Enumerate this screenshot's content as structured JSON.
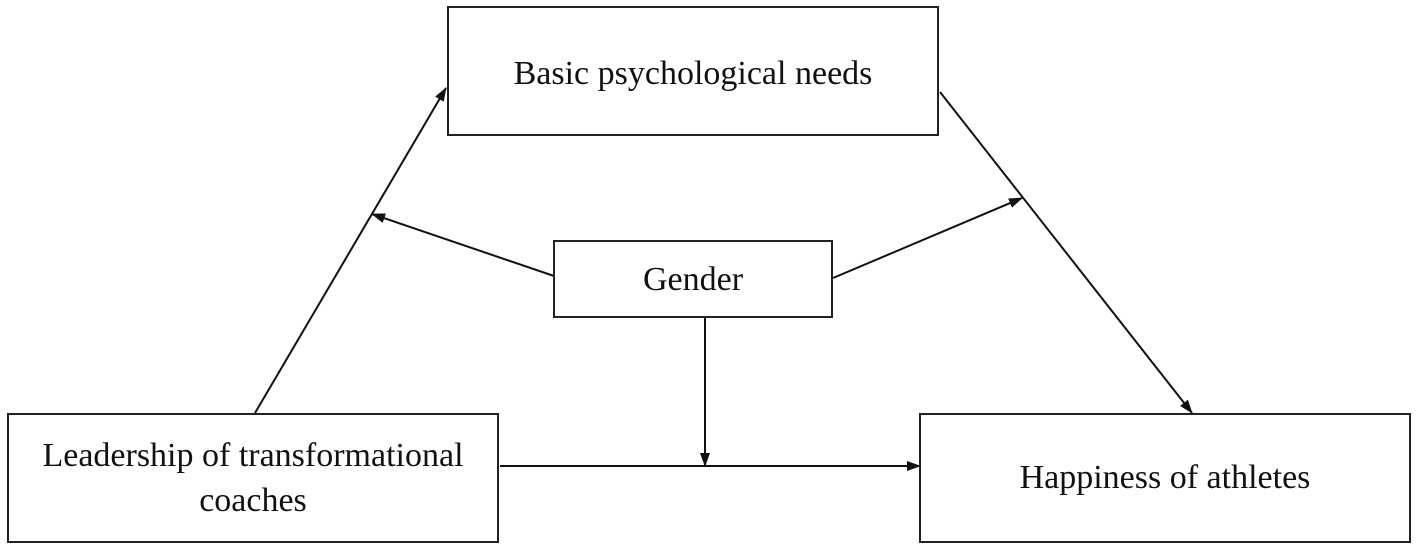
{
  "nodes": {
    "needs": {
      "label": "Basic psychological needs"
    },
    "gender": {
      "label": "Gender"
    },
    "leadership": {
      "line1": "Leadership of transformational",
      "line2": "coaches"
    },
    "happiness": {
      "label": "Happiness of athletes"
    }
  },
  "colors": {
    "stroke": "#222222",
    "text": "#111111",
    "background": "#ffffff"
  }
}
